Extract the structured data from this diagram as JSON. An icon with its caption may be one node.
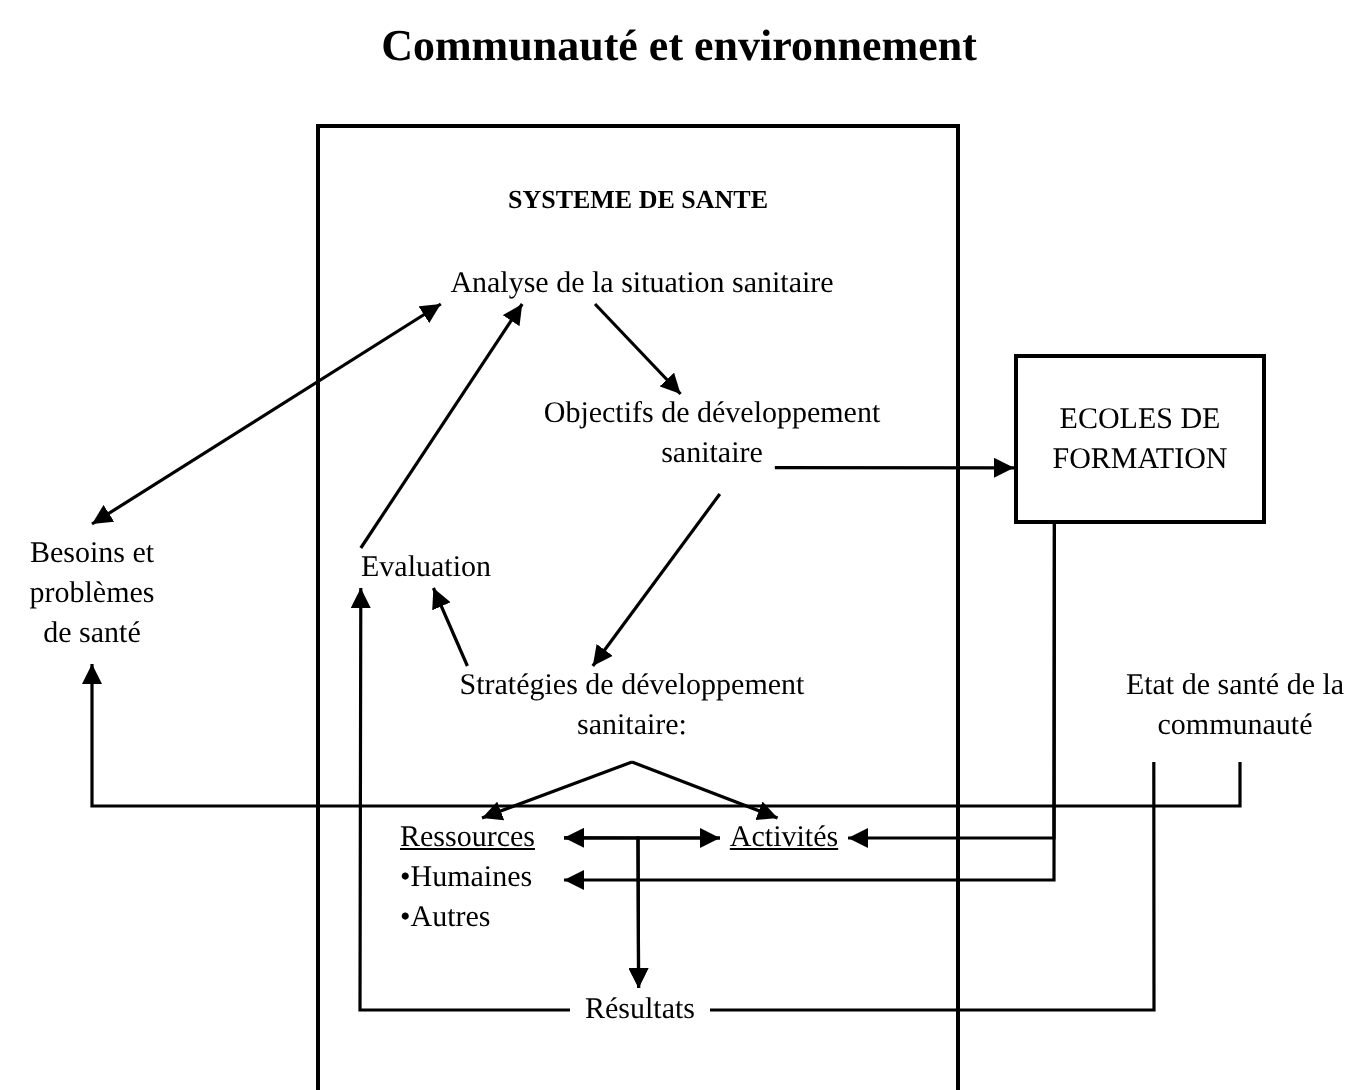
{
  "diagram": {
    "title": "Communauté et environnement",
    "nodes": [
      {
        "text": [
          "SYSTEME DE SANTE"
        ]
      },
      {
        "text": [
          "Analyse de la situation sanitaire"
        ],
        "in": 0
      },
      {
        "text": [
          "Objectifs de développement sanitaire"
        ],
        "in": 0
      },
      {
        "text": [
          "ECOLES DE FORMATION"
        ]
      },
      {
        "text": [
          "Besoins et problèmes de santé"
        ]
      },
      {
        "text": [
          "Evaluation"
        ],
        "in": 0
      },
      {
        "text": [
          "Stratégies de développement sanitaire:"
        ],
        "in": 0
      },
      {
        "text": [
          "Etat de santé de la communauté"
        ]
      },
      {
        "text": [
          "Ressources",
          "•Humaines",
          "•Autres"
        ],
        "in": 0
      },
      {
        "text": [
          "Activités"
        ],
        "in": 0
      },
      {
        "text": [
          "Résultats"
        ],
        "in": 0
      }
    ],
    "edges": [
      {
        "from": 4,
        "to": 1,
        "arrow": "both"
      },
      {
        "from": 5,
        "to": 1,
        "arrow": "to"
      },
      {
        "from": 1,
        "to": 2,
        "arrow": "to"
      },
      {
        "from": 2,
        "to": 3,
        "arrow": "to"
      },
      {
        "from": 2,
        "to": 6,
        "arrow": "to"
      },
      {
        "from": 6,
        "to": 5,
        "arrow": "to"
      },
      {
        "from": 6,
        "to": 8,
        "arrow": "to"
      },
      {
        "from": 6,
        "to": 9,
        "arrow": "to"
      },
      {
        "from": 8,
        "to": 9,
        "arrow": "both"
      },
      {
        "from": 8,
        "to": 10,
        "arrow": "to"
      },
      {
        "from": 9,
        "to": 10,
        "arrow": "to"
      },
      {
        "from": 3,
        "to": 9,
        "arrow": "to"
      },
      {
        "from": 3,
        "to": 8,
        "arrow": "to"
      },
      {
        "from": 7,
        "to": 4,
        "arrow": "to"
      },
      {
        "from": 10,
        "to": 5,
        "arrow": "to"
      },
      {
        "from": 10,
        "to": 7,
        "arrow": "none"
      }
    ]
  }
}
